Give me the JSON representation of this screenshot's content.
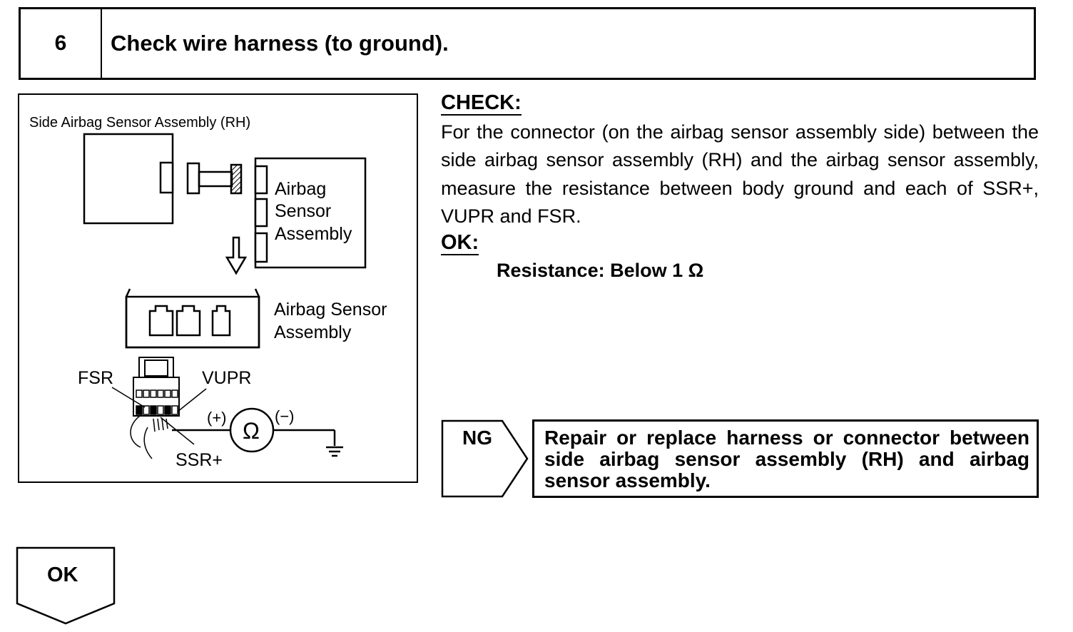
{
  "header": {
    "step_number": "6",
    "title": "Check wire harness (to ground)."
  },
  "figure": {
    "title": "Side Airbag Sensor Assembly (RH)",
    "sensor_label_lines": [
      "Airbag",
      "Sensor",
      "Assembly"
    ],
    "bottom_label_lines": [
      "Airbag Sensor",
      "Assembly"
    ],
    "terminals": {
      "fsr": "FSR",
      "vupr": "VUPR",
      "ssr_plus": "SSR+"
    },
    "meter": {
      "plus": "(+)",
      "minus": "(−)",
      "symbol": "Ω"
    }
  },
  "check": {
    "heading": "CHECK:",
    "body": "For the connector (on the airbag sensor assembly side) between the side airbag sensor assembly (RH) and the airbag sensor assembly, measure the resistance between body ground and each of SSR+, VUPR and FSR."
  },
  "ok": {
    "heading": "OK:",
    "spec": "Resistance: Below 1 Ω"
  },
  "ng": {
    "label": "NG",
    "action": "Repair or replace harness or connector between side airbag sensor assembly (RH) and airbag sensor assembly."
  },
  "ok_flow": {
    "label": "OK"
  }
}
